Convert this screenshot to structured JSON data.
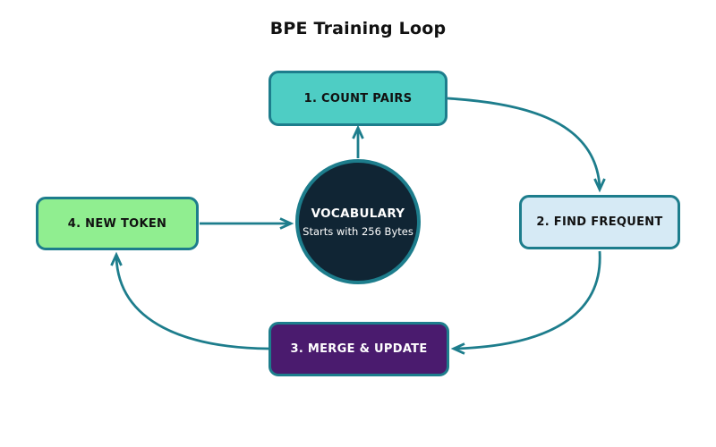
{
  "title": "BPE Training Loop",
  "colors": {
    "teal": "#1d7d8c",
    "count-fill": "#4ecdc4",
    "find-fill": "#d6eaf5",
    "merge-fill": "#4a1b6e",
    "token-fill": "#90ee90",
    "vocab-fill": "#102534",
    "ink": "#111111",
    "ink-light": "#ffffff",
    "background": "#ffffff"
  },
  "nodes": {
    "count_pairs": {
      "label": "1. COUNT PAIRS"
    },
    "find_frequent": {
      "label": "2. FIND FREQUENT"
    },
    "merge_update": {
      "label": "3. MERGE & UPDATE"
    },
    "new_token": {
      "label": "4. NEW TOKEN"
    },
    "vocabulary": {
      "title": "VOCABULARY",
      "subtitle": "Starts with 256 Bytes"
    }
  },
  "flow": [
    "vocabulary -> count_pairs",
    "count_pairs -> find_frequent",
    "find_frequent -> merge_update",
    "merge_update -> new_token",
    "new_token -> vocabulary"
  ]
}
